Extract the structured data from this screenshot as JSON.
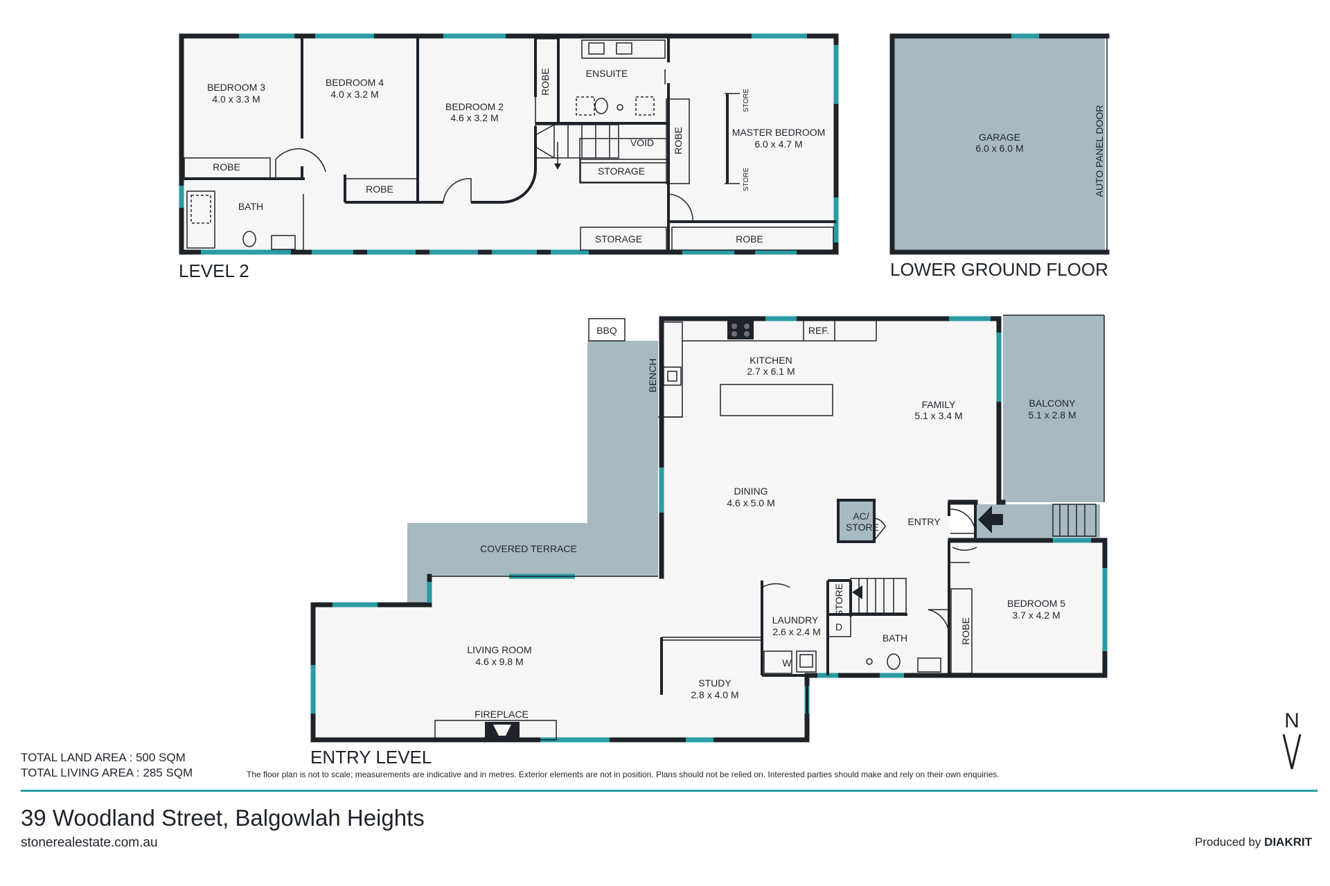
{
  "levels": {
    "level2": "LEVEL 2",
    "lower_ground": "LOWER GROUND FLOOR",
    "entry": "ENTRY LEVEL"
  },
  "rooms": {
    "bedroom3": {
      "name": "BEDROOM 3",
      "size": "4.0 x 3.3 M"
    },
    "bedroom4": {
      "name": "BEDROOM 4",
      "size": "4.0 x 3.2 M"
    },
    "bedroom2": {
      "name": "BEDROOM 2",
      "size": "4.6 x 3.2 M"
    },
    "master": {
      "name": "MASTER BEDROOM",
      "size": "6.0 x 4.7 M"
    },
    "ensuite": "ENSUITE",
    "bath_l2": "BATH",
    "robe": "ROBE",
    "void": "VOID",
    "storage": "STORAGE",
    "store": "STORE",
    "garage": {
      "name": "GARAGE",
      "size": "6.0 x 6.0 M"
    },
    "auto_door": "AUTO PANEL DOOR",
    "bbq": "BBQ",
    "ref": "REF.",
    "bench": "BENCH",
    "kitchen": {
      "name": "KITCHEN",
      "size": "2.7 x 6.1 M"
    },
    "family": {
      "name": "FAMILY",
      "size": "5.1 x 3.4 M"
    },
    "balcony": {
      "name": "BALCONY",
      "size": "5.1 x 2.8 M"
    },
    "dining": {
      "name": "DINING",
      "size": "4.6 x 5.0 M"
    },
    "ac_store_1": "AC/",
    "ac_store_2": "STORE",
    "entry": "ENTRY",
    "covered_terrace": "COVERED TERRACE",
    "bedroom5": {
      "name": "BEDROOM 5",
      "size": "3.7 x 4.2 M"
    },
    "laundry": {
      "name": "LAUNDRY",
      "size": "2.6 x 2.4 M"
    },
    "bath_entry": "BATH",
    "d": "D",
    "w": "W",
    "living": {
      "name": "LIVING ROOM",
      "size": "4.6 x 9.8 M"
    },
    "study": {
      "name": "STUDY",
      "size": "2.8 x 4.0 M"
    },
    "fireplace": "FIREPLACE"
  },
  "totals": {
    "land": "TOTAL LAND AREA : 500 SQM",
    "living": "TOTAL LIVING AREA : 285 SQM"
  },
  "disclaimer": "The floor plan is not to scale; measurements are indicative and in metres. Exterior elements are not in position. Plans should not be relied on. Interested parties should make and rely on their own enquiries.",
  "address": "39 Woodland Street, Balgowlah Heights",
  "website": "stonerealestate.com.au",
  "produced_by": {
    "prefix": "Produced by",
    "brand": "DIAKRIT"
  },
  "north_label": "N",
  "colors": {
    "wall": "#1e2329",
    "window": "#2a9ba3",
    "outdoor": "#a7b9c1",
    "footer_rule": "#2a9ba3"
  }
}
